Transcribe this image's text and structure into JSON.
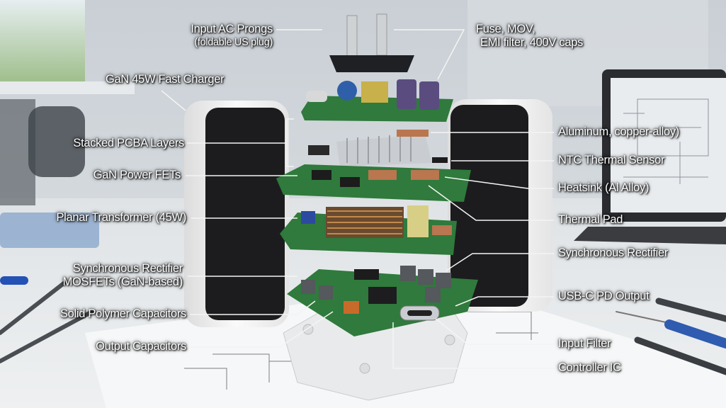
{
  "labels": {
    "input_prongs": "Input AC Prongs",
    "input_prongs_sub": "(foldable US plug)",
    "fuse": "Fuse, MOV,",
    "fuse_sub": "EMI filter, 400V caps",
    "charger": "GaN 45W Fast Charger",
    "stacked": "Stacked PCBA Layers",
    "gan_fets": "GaN Power FETs",
    "transformer": "Planar Transformer (45W)",
    "sync_mosfets": "Synchronous Rectifier",
    "sync_mosfets_sub": "MOSFETs (GaN-based)",
    "polymer_caps": "Solid Polymer Capacitors",
    "output_caps": "Output Capacitors",
    "aluminum": "Aluminum, copper-alloy)",
    "ntc": "NTC Thermal Sensor",
    "heatsink": "Heatsink (Al Alloy)",
    "thermal_pad": "Thermal Pad",
    "sync_rect": "Synchronous Rectifier",
    "usbc": "USB-C PD Output",
    "input_filter": "Input Filter",
    "controller": "Controller IC"
  },
  "colors": {
    "pcb": "#2f7a3c",
    "housing": "#f2f2f2",
    "housing_inner": "#1c1c1e",
    "copper": "#b9764f",
    "heatsink": "#c9ccd0"
  }
}
